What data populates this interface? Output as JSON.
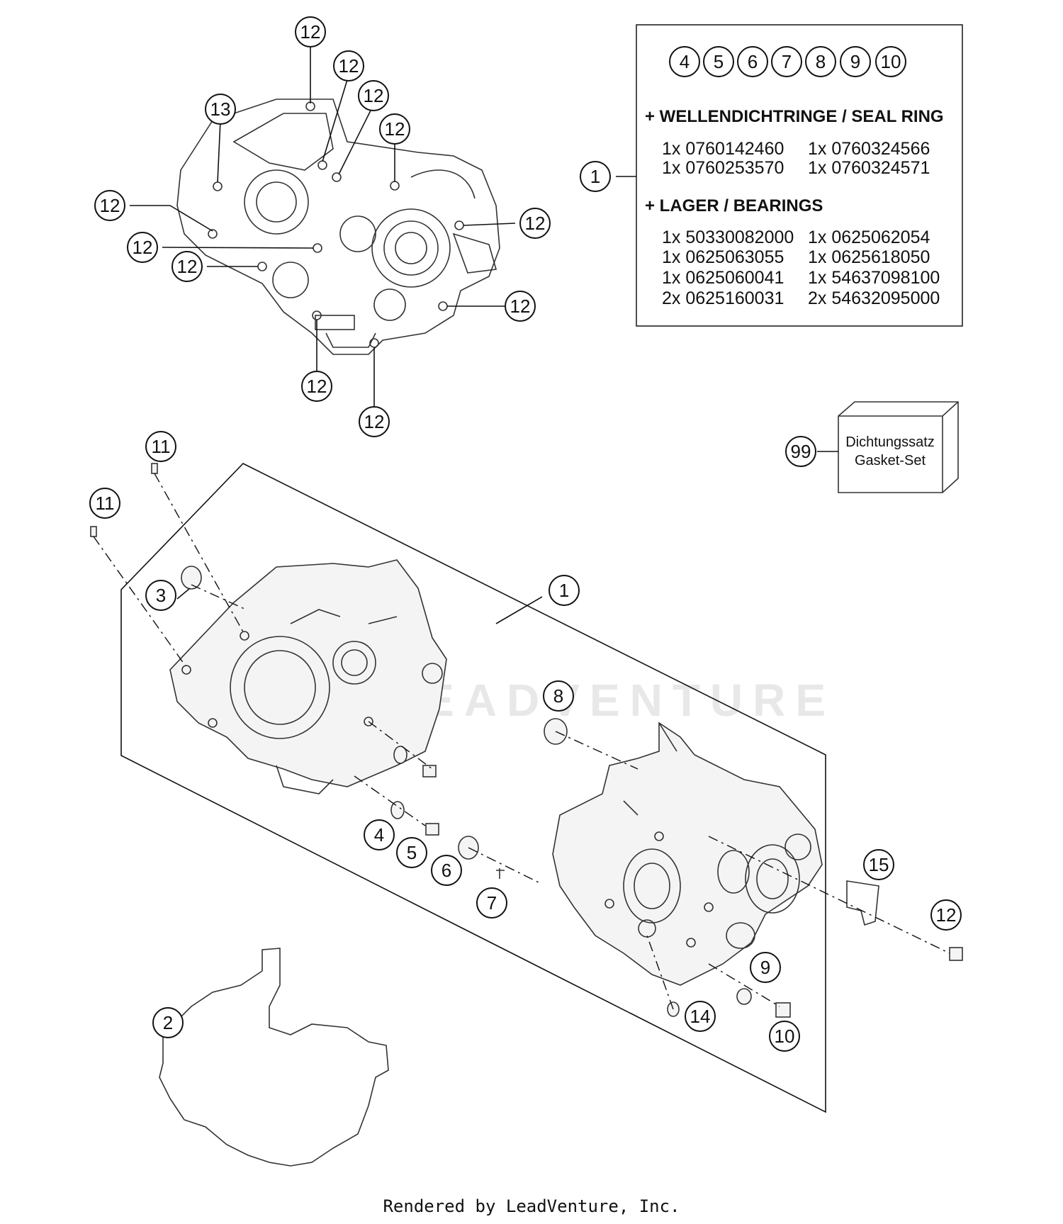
{
  "seal_ring_heading": "+ WELLENDICHTRINGE / SEAL RING",
  "bearing_heading": "+ LAGER / BEARINGS",
  "seal_rings": [
    [
      "1x 0760142460",
      "1x 0760324566"
    ],
    [
      "1x 0760253570",
      "1x 0760324571"
    ]
  ],
  "bearings": [
    [
      "1x 50330082000",
      "1x 0625062054"
    ],
    [
      "1x 0625063055",
      "1x 0625618050"
    ],
    [
      "1x 0625060041",
      "1x 54637098100"
    ],
    [
      "2x 0625160031",
      "2x 54632095000"
    ]
  ],
  "kit_numbers": [
    "4",
    "5",
    "6",
    "7",
    "8",
    "9",
    "10"
  ],
  "gasket_set": {
    "number": "99",
    "line1": "Dichtungssatz",
    "line2": "Gasket-Set"
  },
  "callouts": [
    "1",
    "1",
    "2",
    "3",
    "4",
    "5",
    "6",
    "7",
    "8",
    "9",
    "10",
    "11",
    "11",
    "12",
    "12",
    "12",
    "12",
    "12",
    "12",
    "12",
    "12",
    "12",
    "12",
    "12",
    "12",
    "13",
    "14",
    "15"
  ],
  "watermark": "LEADVENTURE",
  "footer": "Rendered by LeadVenture, Inc."
}
